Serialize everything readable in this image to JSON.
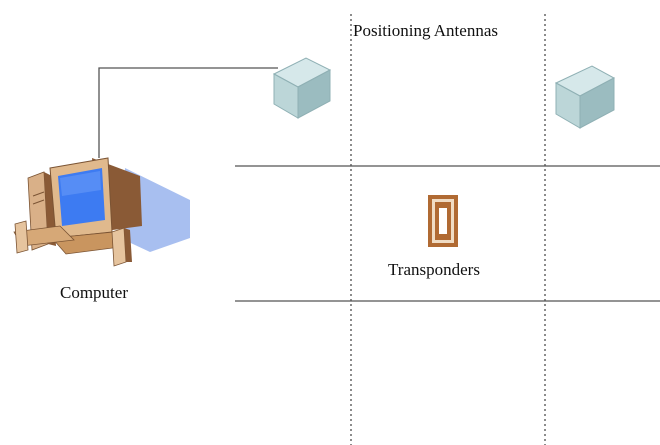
{
  "labels": {
    "positioning_antennas": "Positioning Antennas",
    "transponders": "Transponders",
    "computer": "Computer"
  },
  "icons": {
    "computer": "computer-icon",
    "antenna": "antenna-cube-icon",
    "transponder": "transponder-tag-icon"
  },
  "colors": {
    "antenna_front": "#bcd6d8",
    "antenna_top": "#d6e8ea",
    "antenna_side": "#9bbcc0",
    "monitor_body": "#e0b98d",
    "monitor_shade": "#9a6a44",
    "screen": "#3d7bf2",
    "shadow": "#a8bff0",
    "transponder": "#b06a33",
    "line": "#555555"
  }
}
